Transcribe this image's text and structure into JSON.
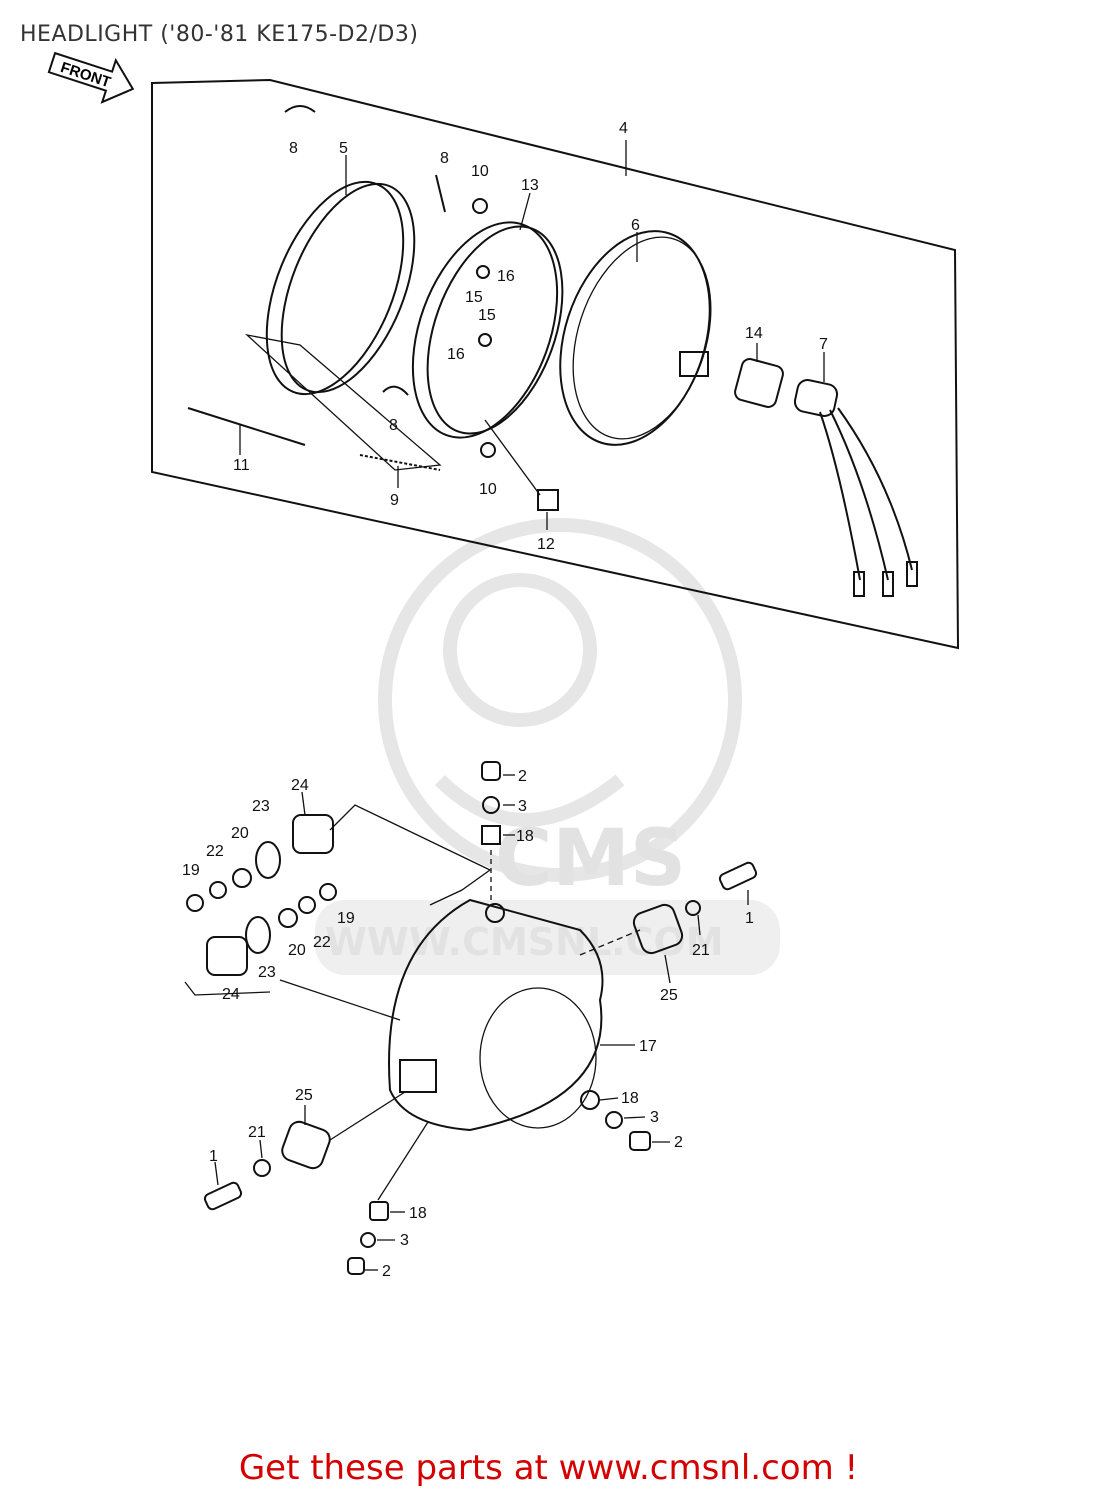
{
  "title": "HEADLIGHT ('80-'81 KE175-D2/D3)",
  "front_marker": "FRONT",
  "footer": "Get these parts at www.cmsnl.com !",
  "watermark": {
    "logo_text": "CMS",
    "url_text": "WWW.CMSNL.COM"
  },
  "callouts": {
    "n1": "1",
    "n2": "2",
    "n3": "3",
    "n4": "4",
    "n5": "5",
    "n6": "6",
    "n7": "7",
    "n8": "8",
    "n9": "9",
    "n10": "10",
    "n11": "11",
    "n12": "12",
    "n13": "13",
    "n14": "14",
    "n15": "15",
    "n16": "16",
    "n17": "17",
    "n18": "18",
    "n19": "19",
    "n20": "20",
    "n21": "21",
    "n22": "22",
    "n23": "23",
    "n24": "24",
    "n25": "25"
  },
  "colors": {
    "footer": "#d40000",
    "title": "#333333",
    "line_art": "#111111",
    "watermark": "#e2e2e2"
  }
}
